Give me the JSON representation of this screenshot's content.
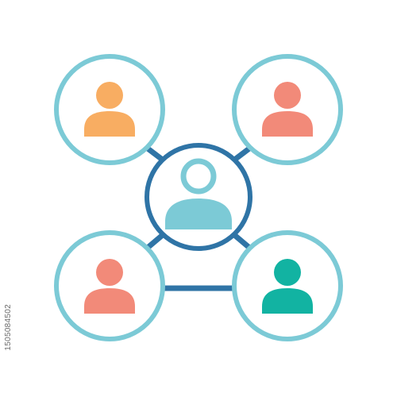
{
  "image": {
    "side_text": "1505084502",
    "colors": {
      "ring_light": "#7ccad6",
      "ring_dark": "#2f74a6",
      "connector": "#2f74a6",
      "person_center": "#7ccad6",
      "person_top_left": "#f8ad62",
      "person_top_right": "#f28a79",
      "person_bottom_left": "#f28a79",
      "person_bottom_right": "#12b3a2",
      "background": "#ffffff"
    },
    "nodes": [
      {
        "id": "center",
        "icon": "person-icon",
        "ring": "ring_dark",
        "person": "person_center",
        "outlined": true
      },
      {
        "id": "top-left",
        "icon": "person-icon",
        "ring": "ring_light",
        "person": "person_top_left"
      },
      {
        "id": "top-right",
        "icon": "person-icon",
        "ring": "ring_light",
        "person": "person_top_right"
      },
      {
        "id": "bottom-left",
        "icon": "person-icon",
        "ring": "ring_light",
        "person": "person_bottom_left"
      },
      {
        "id": "bottom-right",
        "icon": "person-icon",
        "ring": "ring_light",
        "person": "person_bottom_right"
      }
    ],
    "links": [
      [
        "center",
        "top-left"
      ],
      [
        "center",
        "top-right"
      ],
      [
        "center",
        "bottom-left"
      ],
      [
        "center",
        "bottom-right"
      ],
      [
        "bottom-left",
        "bottom-right"
      ]
    ]
  }
}
